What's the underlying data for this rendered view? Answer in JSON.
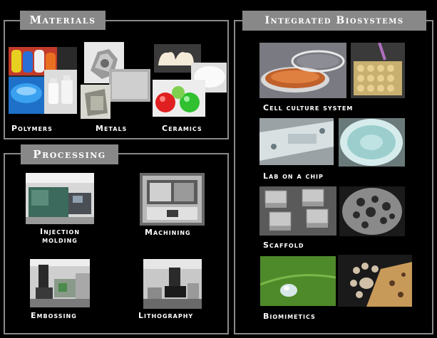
{
  "materials": {
    "title": "Materials",
    "labels": [
      "Polymers",
      "Metals",
      "Ceramics"
    ]
  },
  "processing": {
    "title": "Processing",
    "labels": [
      "Injection\nmolding",
      "Machining",
      "Embossing",
      "Lithography"
    ]
  },
  "biosystems": {
    "title": "Integrated Biosystems",
    "labels": [
      "Cell culture system",
      "Lab on a chip",
      "Scaffold",
      "Biomimetics"
    ]
  },
  "colors": {
    "background": "#000000",
    "border": "#8a8a8a",
    "tab": "#888888",
    "text": "#ffffff"
  }
}
